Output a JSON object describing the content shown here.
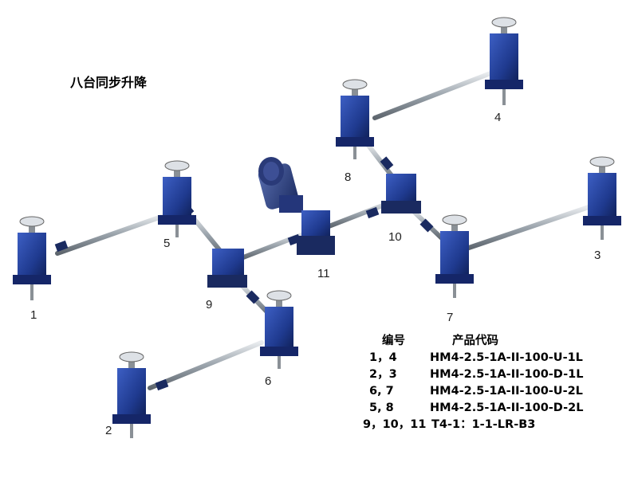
{
  "title": "八台同步升降",
  "labels": {
    "n1": "1",
    "n2": "2",
    "n3": "3",
    "n4": "4",
    "n5": "5",
    "n6": "6",
    "n7": "7",
    "n8": "8",
    "n9": "9",
    "n10": "10",
    "n11": "11"
  },
  "table": {
    "col_id": "编号",
    "col_code": "产品代码",
    "rows": [
      {
        "ids": "1，4",
        "code": "HM4-2.5-1A-II-100-U-1L"
      },
      {
        "ids": "2，3",
        "code": "HM4-2.5-1A-II-100-D-1L"
      },
      {
        "ids": "6, 7",
        "code": "HM4-2.5-1A-II-100-U-2L"
      },
      {
        "ids": "5, 8",
        "code": "HM4-2.5-1A-II-100-D-2L"
      },
      {
        "ids": "9，10，11",
        "code": "T4-1：1-1-LR-B3"
      }
    ]
  },
  "colors": {
    "unit_blue": "#1f3a8f",
    "shaft": "#9aa3ab",
    "plate": "#dde1e6"
  }
}
